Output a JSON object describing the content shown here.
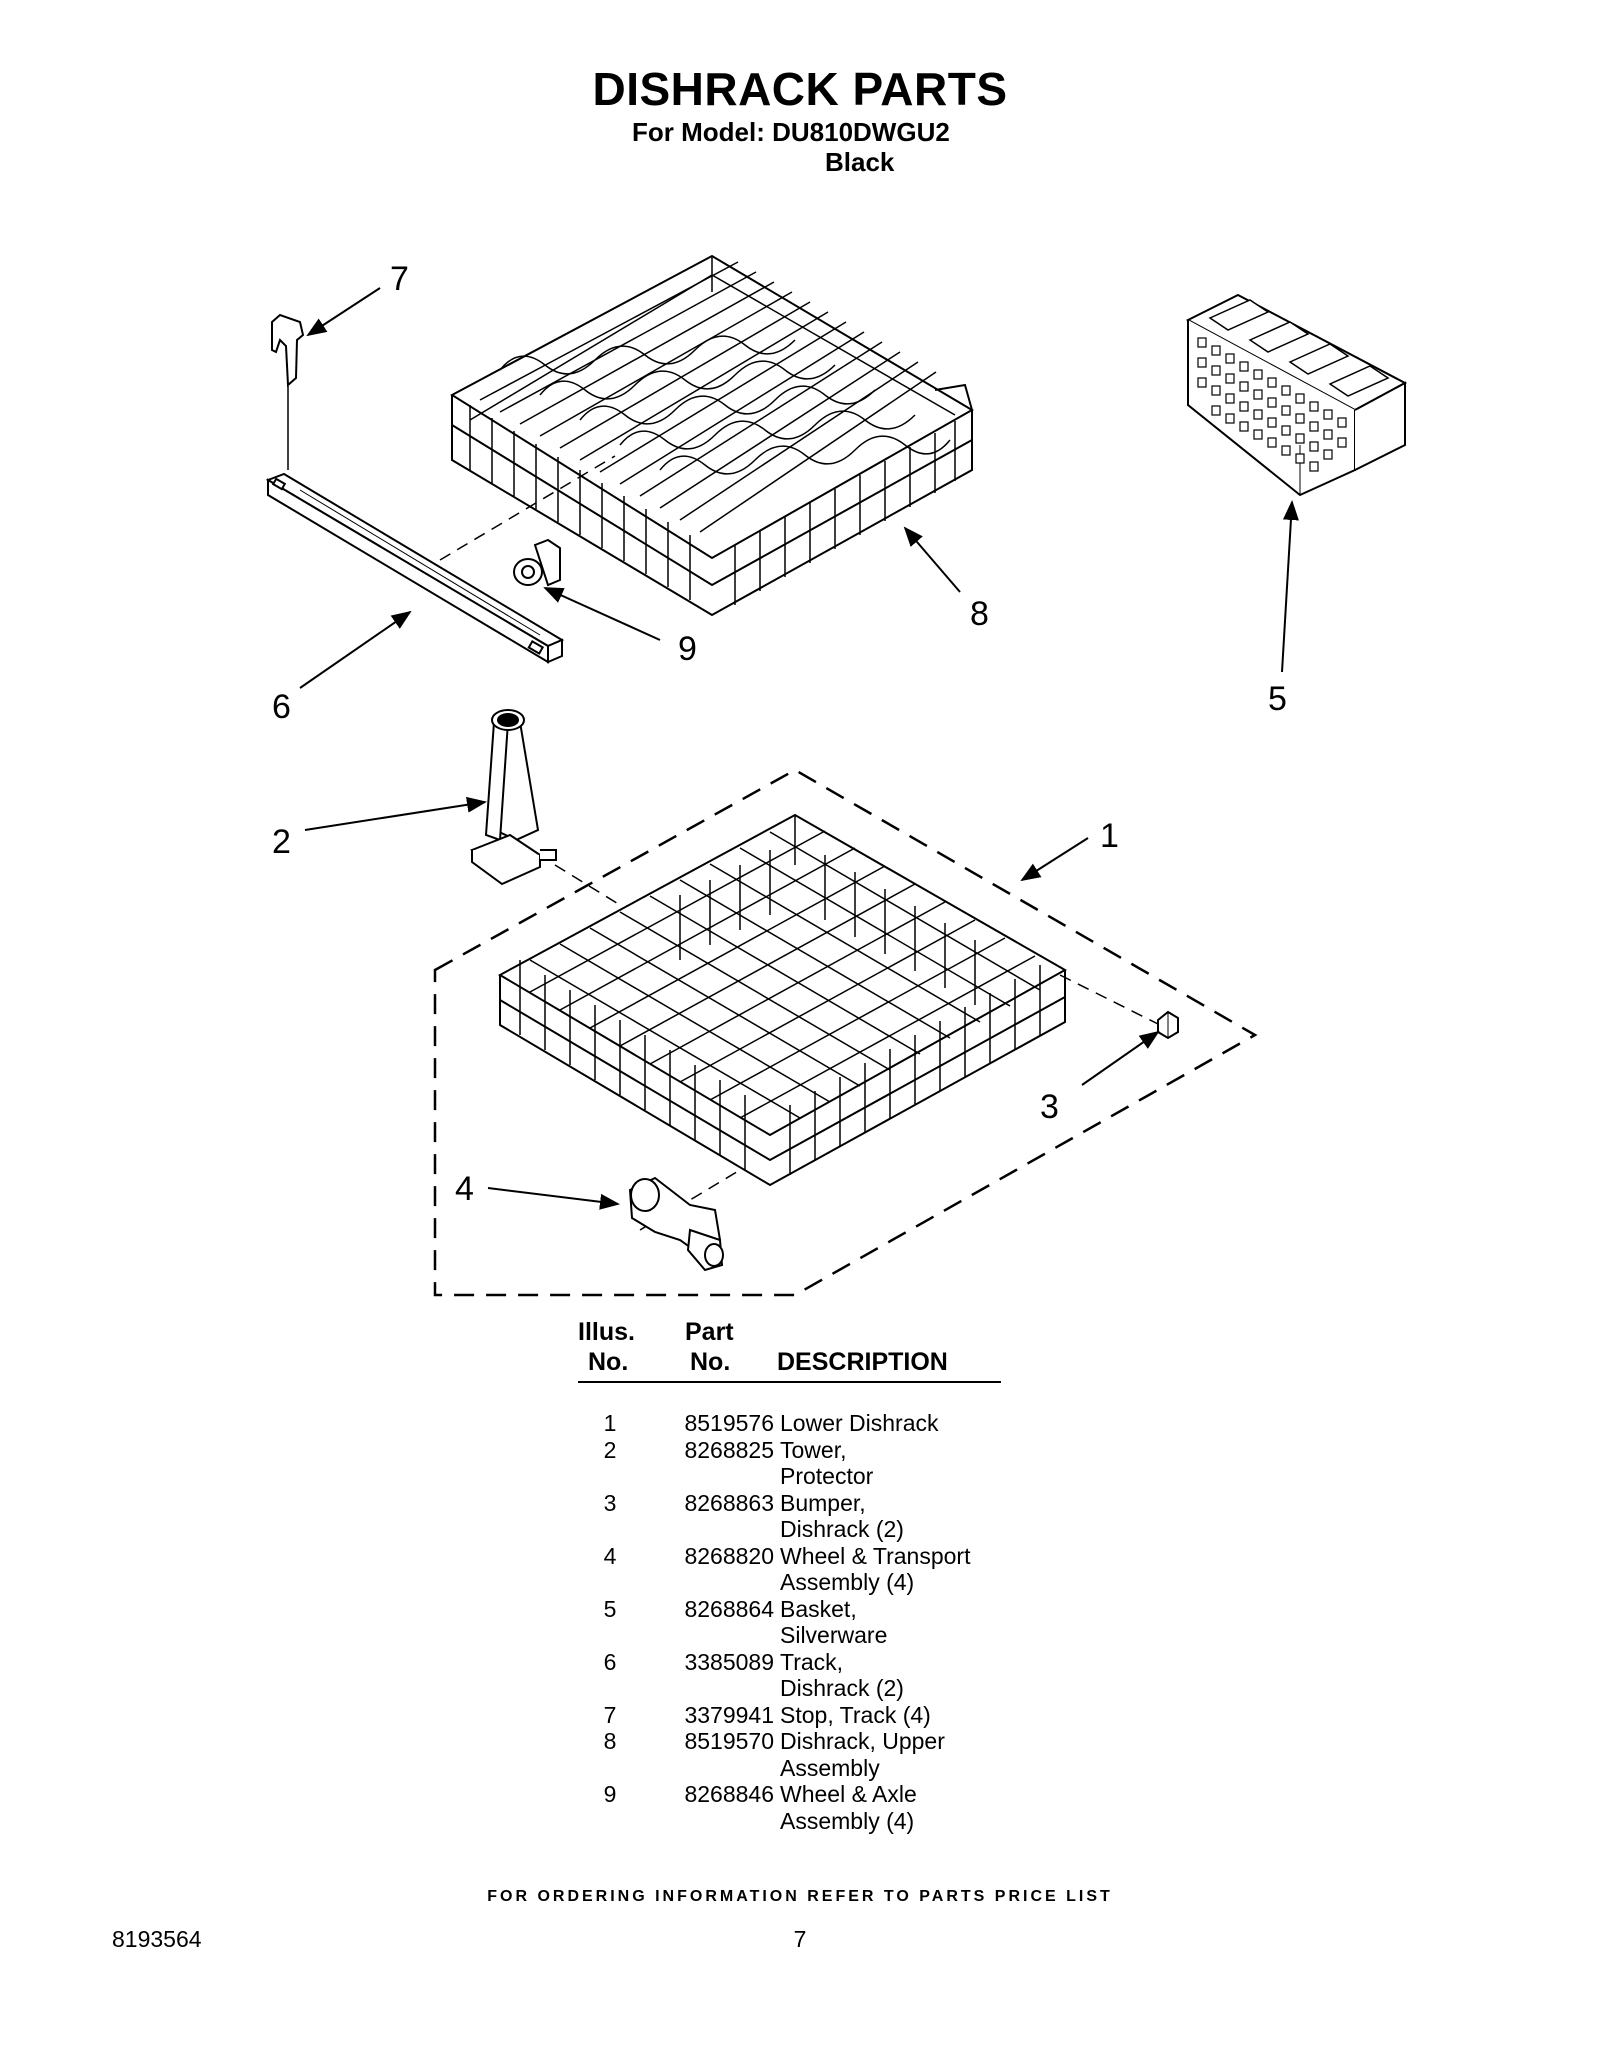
{
  "header": {
    "title": "DISHRACK PARTS",
    "model_line": "For Model: DU810DWGU2",
    "color_line": "Black"
  },
  "diagram": {
    "callouts": [
      "1",
      "2",
      "3",
      "4",
      "5",
      "6",
      "7",
      "8",
      "9"
    ]
  },
  "table": {
    "col_illus_top": "Illus.",
    "col_illus_bottom": "No.",
    "col_part_top": "Part",
    "col_part_bottom": "No.",
    "col_desc": "DESCRIPTION",
    "rows": [
      {
        "num": "1",
        "part": "8519576",
        "desc1": "Lower Dishrack",
        "desc2": ""
      },
      {
        "num": "2",
        "part": "8268825",
        "desc1": "Tower,",
        "desc2": "Protector"
      },
      {
        "num": "3",
        "part": "8268863",
        "desc1": "Bumper,",
        "desc2": "Dishrack (2)"
      },
      {
        "num": "4",
        "part": "8268820",
        "desc1": "Wheel & Transport",
        "desc2": "Assembly (4)"
      },
      {
        "num": "5",
        "part": "8268864",
        "desc1": "Basket,",
        "desc2": "Silverware"
      },
      {
        "num": "6",
        "part": "3385089",
        "desc1": "Track,",
        "desc2": "Dishrack (2)"
      },
      {
        "num": "7",
        "part": "3379941",
        "desc1": "Stop, Track (4)",
        "desc2": ""
      },
      {
        "num": "8",
        "part": "8519570",
        "desc1": "Dishrack, Upper",
        "desc2": "Assembly"
      },
      {
        "num": "9",
        "part": "8268846",
        "desc1": "Wheel & Axle",
        "desc2": "Assembly (4)"
      }
    ]
  },
  "footer": {
    "note": "FOR ORDERING INFORMATION REFER TO PARTS PRICE LIST",
    "doc_number": "8193564",
    "page_number": "7"
  }
}
